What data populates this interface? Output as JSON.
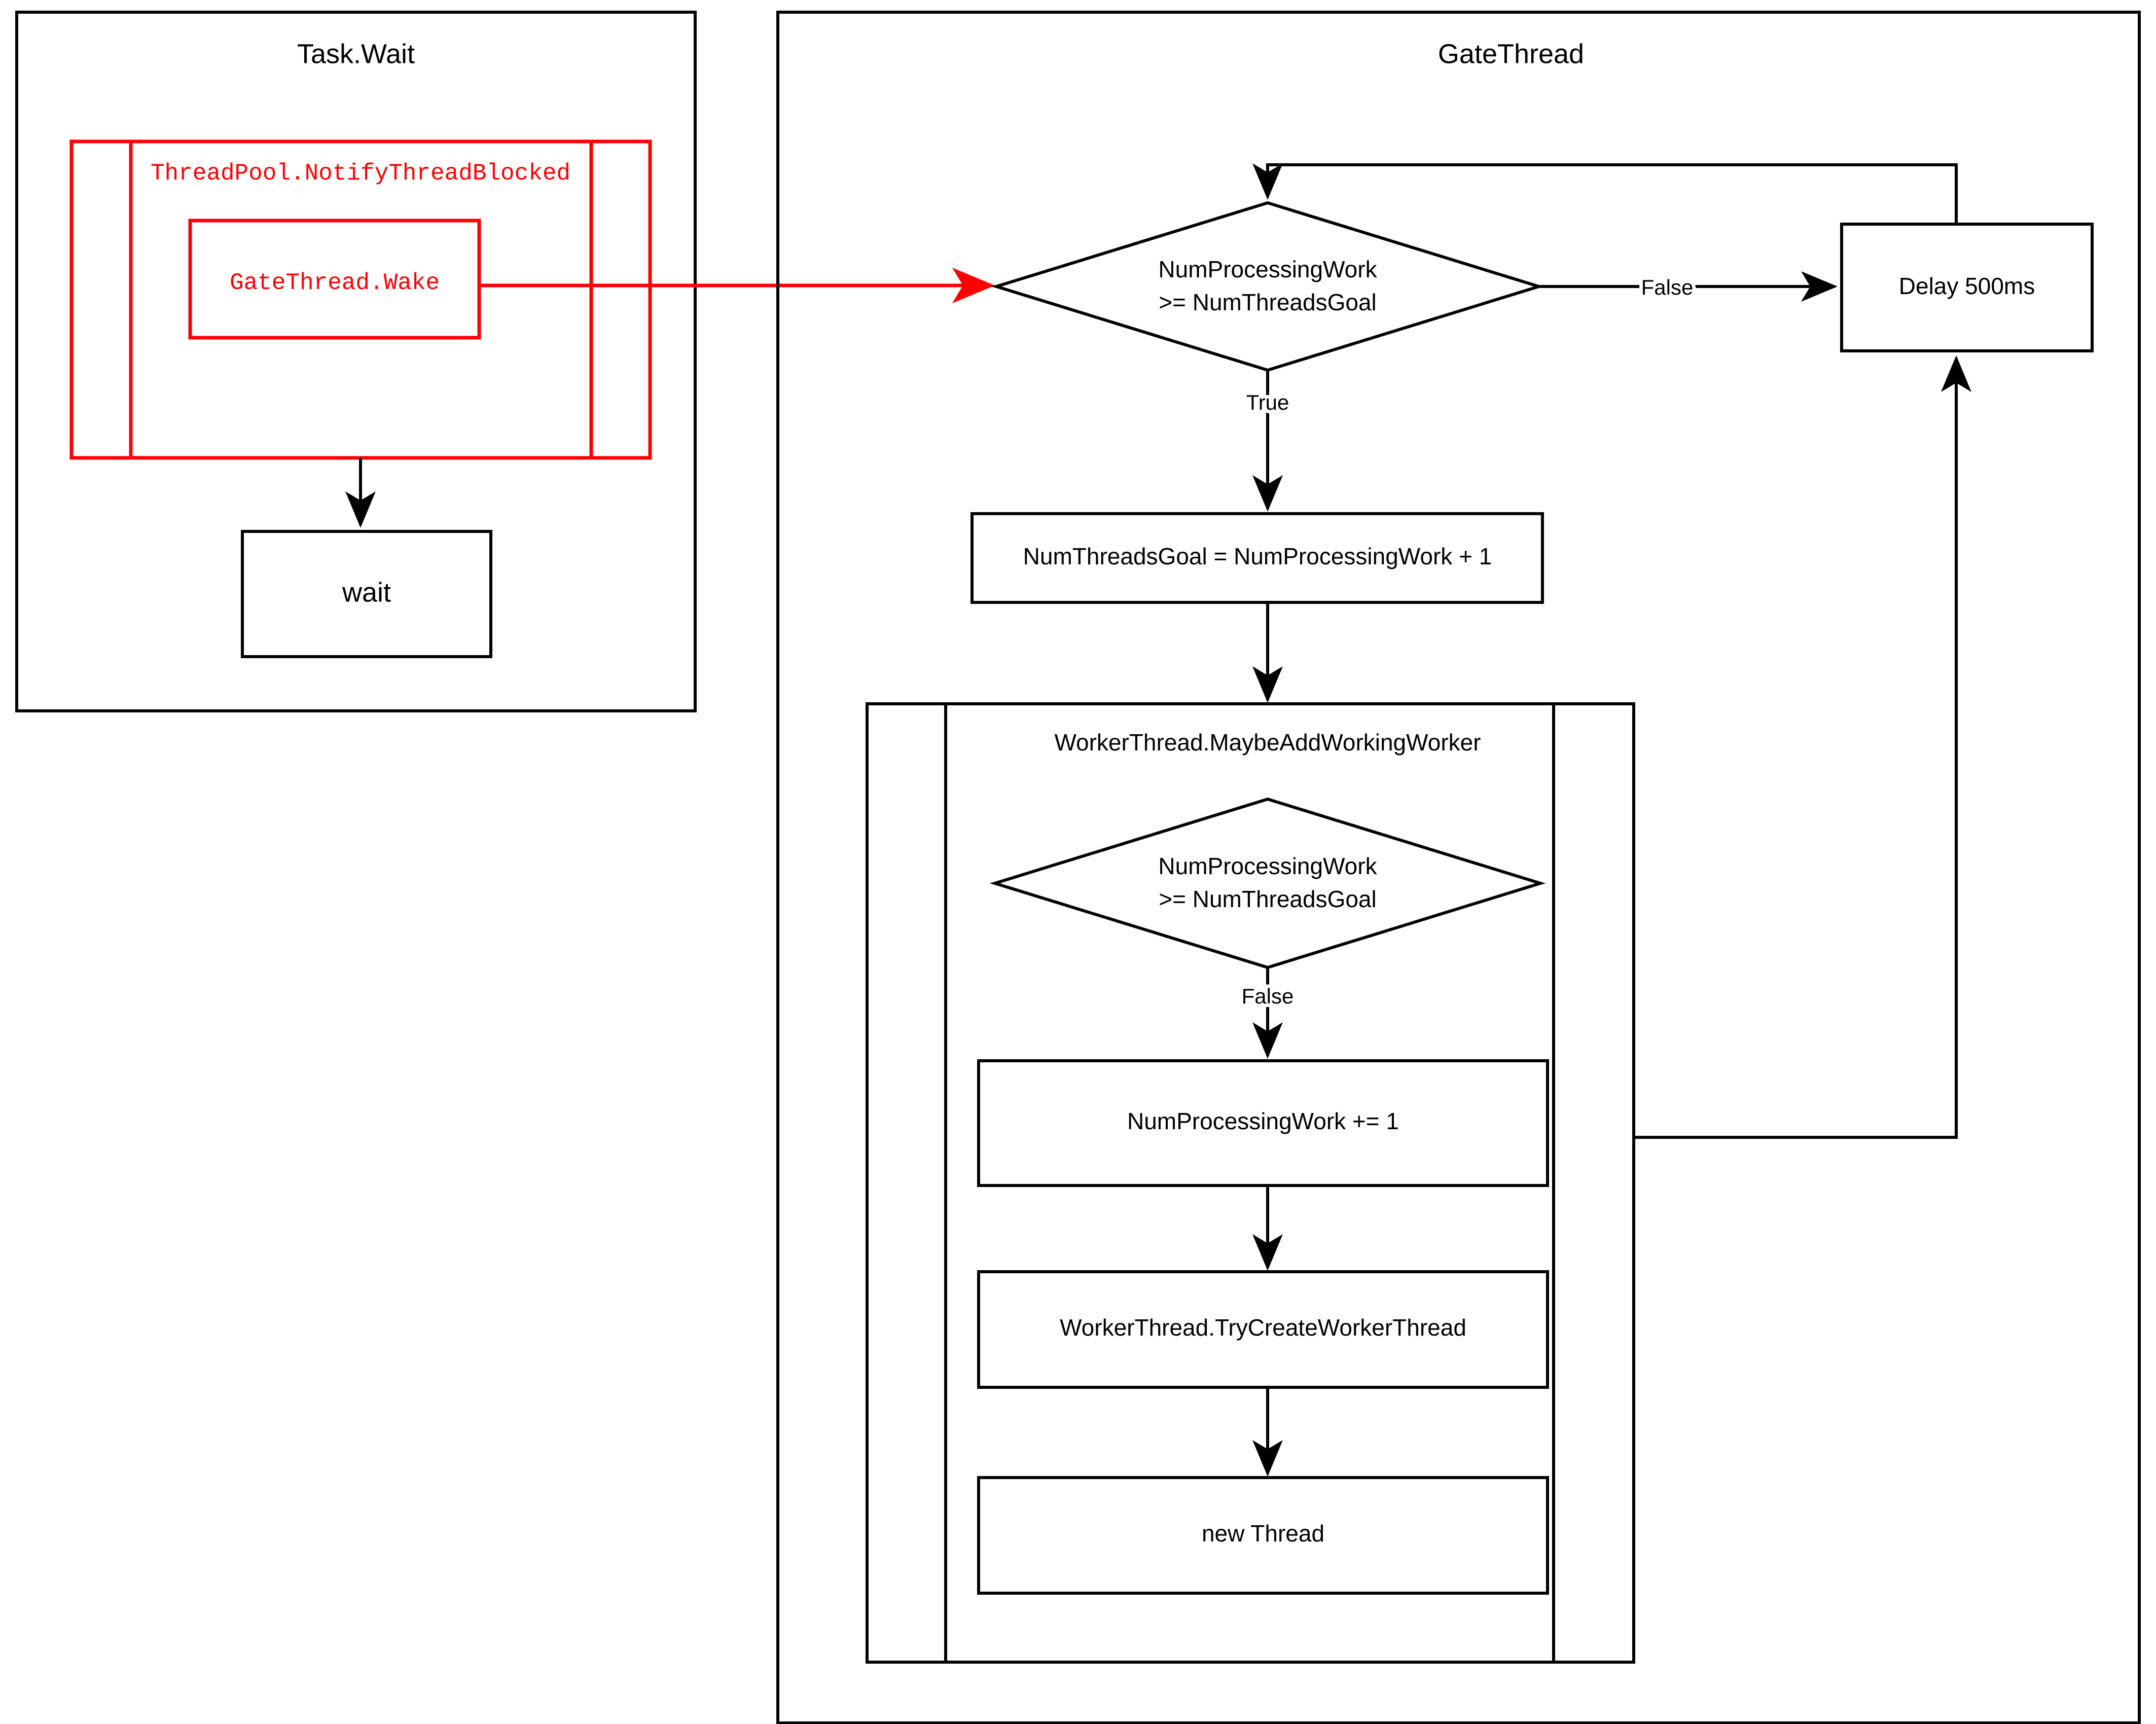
{
  "diagram": {
    "title_left": "Task.Wait",
    "title_right": "GateThread",
    "colors": {
      "highlight": "#ff0000",
      "default_stroke": "#000000",
      "background": "#ffffff"
    }
  },
  "task_wait": {
    "title": "Task.Wait",
    "notify_group": "ThreadPool.NotifyThreadBlocked",
    "wake_node": "GateThread.Wake",
    "wait_node": "wait"
  },
  "gate_thread": {
    "title": "GateThread",
    "decision1_line1": "NumProcessingWork",
    "decision1_line2": ">= NumThreadsGoal",
    "decision1_true": "True",
    "decision1_false": "False",
    "assign_goal": "NumThreadsGoal = NumProcessingWork + 1",
    "delay_node": "Delay 500ms",
    "maybe_add_group": "WorkerThread.MaybeAddWorkingWorker",
    "decision2_line1": "NumProcessingWork",
    "decision2_line2": ">= NumThreadsGoal",
    "decision2_false": "False",
    "increment": "NumProcessingWork  += 1",
    "try_create": "WorkerThread.TryCreateWorkerThread",
    "new_thread": "new Thread"
  }
}
